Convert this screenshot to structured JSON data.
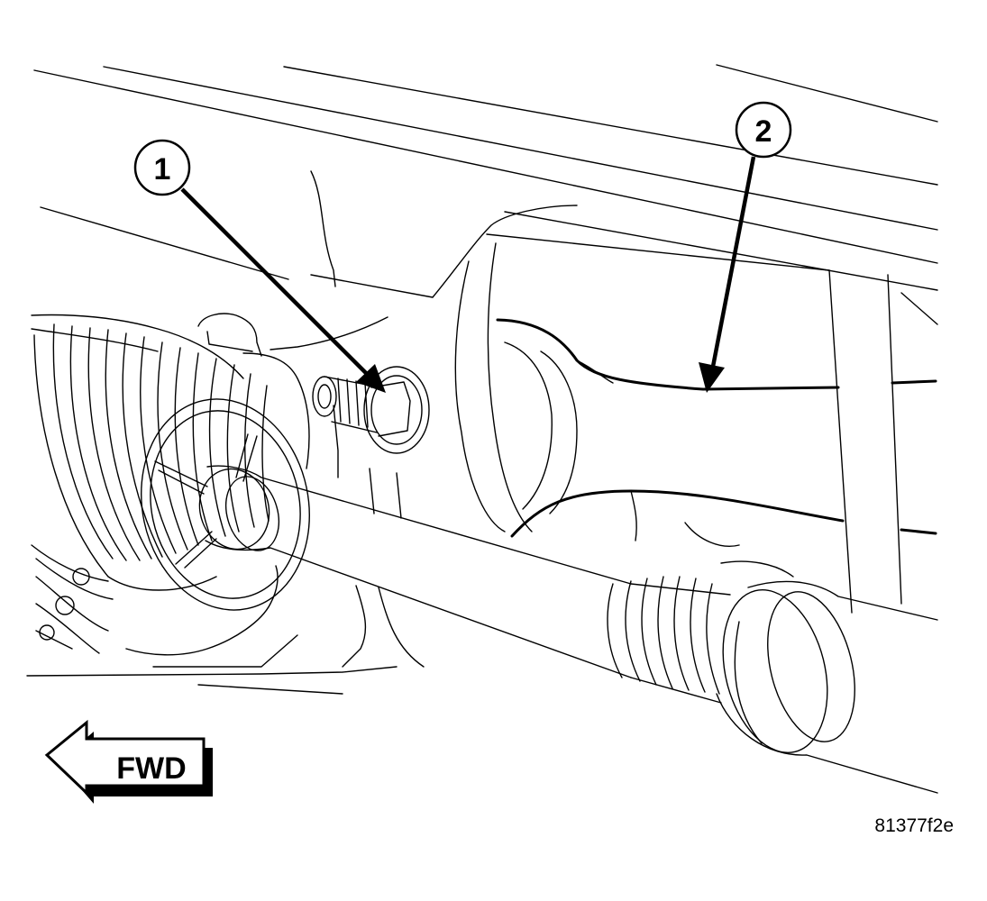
{
  "figure": {
    "callouts": [
      {
        "number": "1"
      },
      {
        "number": "2"
      }
    ],
    "direction_label": "FWD",
    "figure_id": "81377f2e"
  },
  "colors": {
    "line": "#000000",
    "background": "#ffffff"
  }
}
